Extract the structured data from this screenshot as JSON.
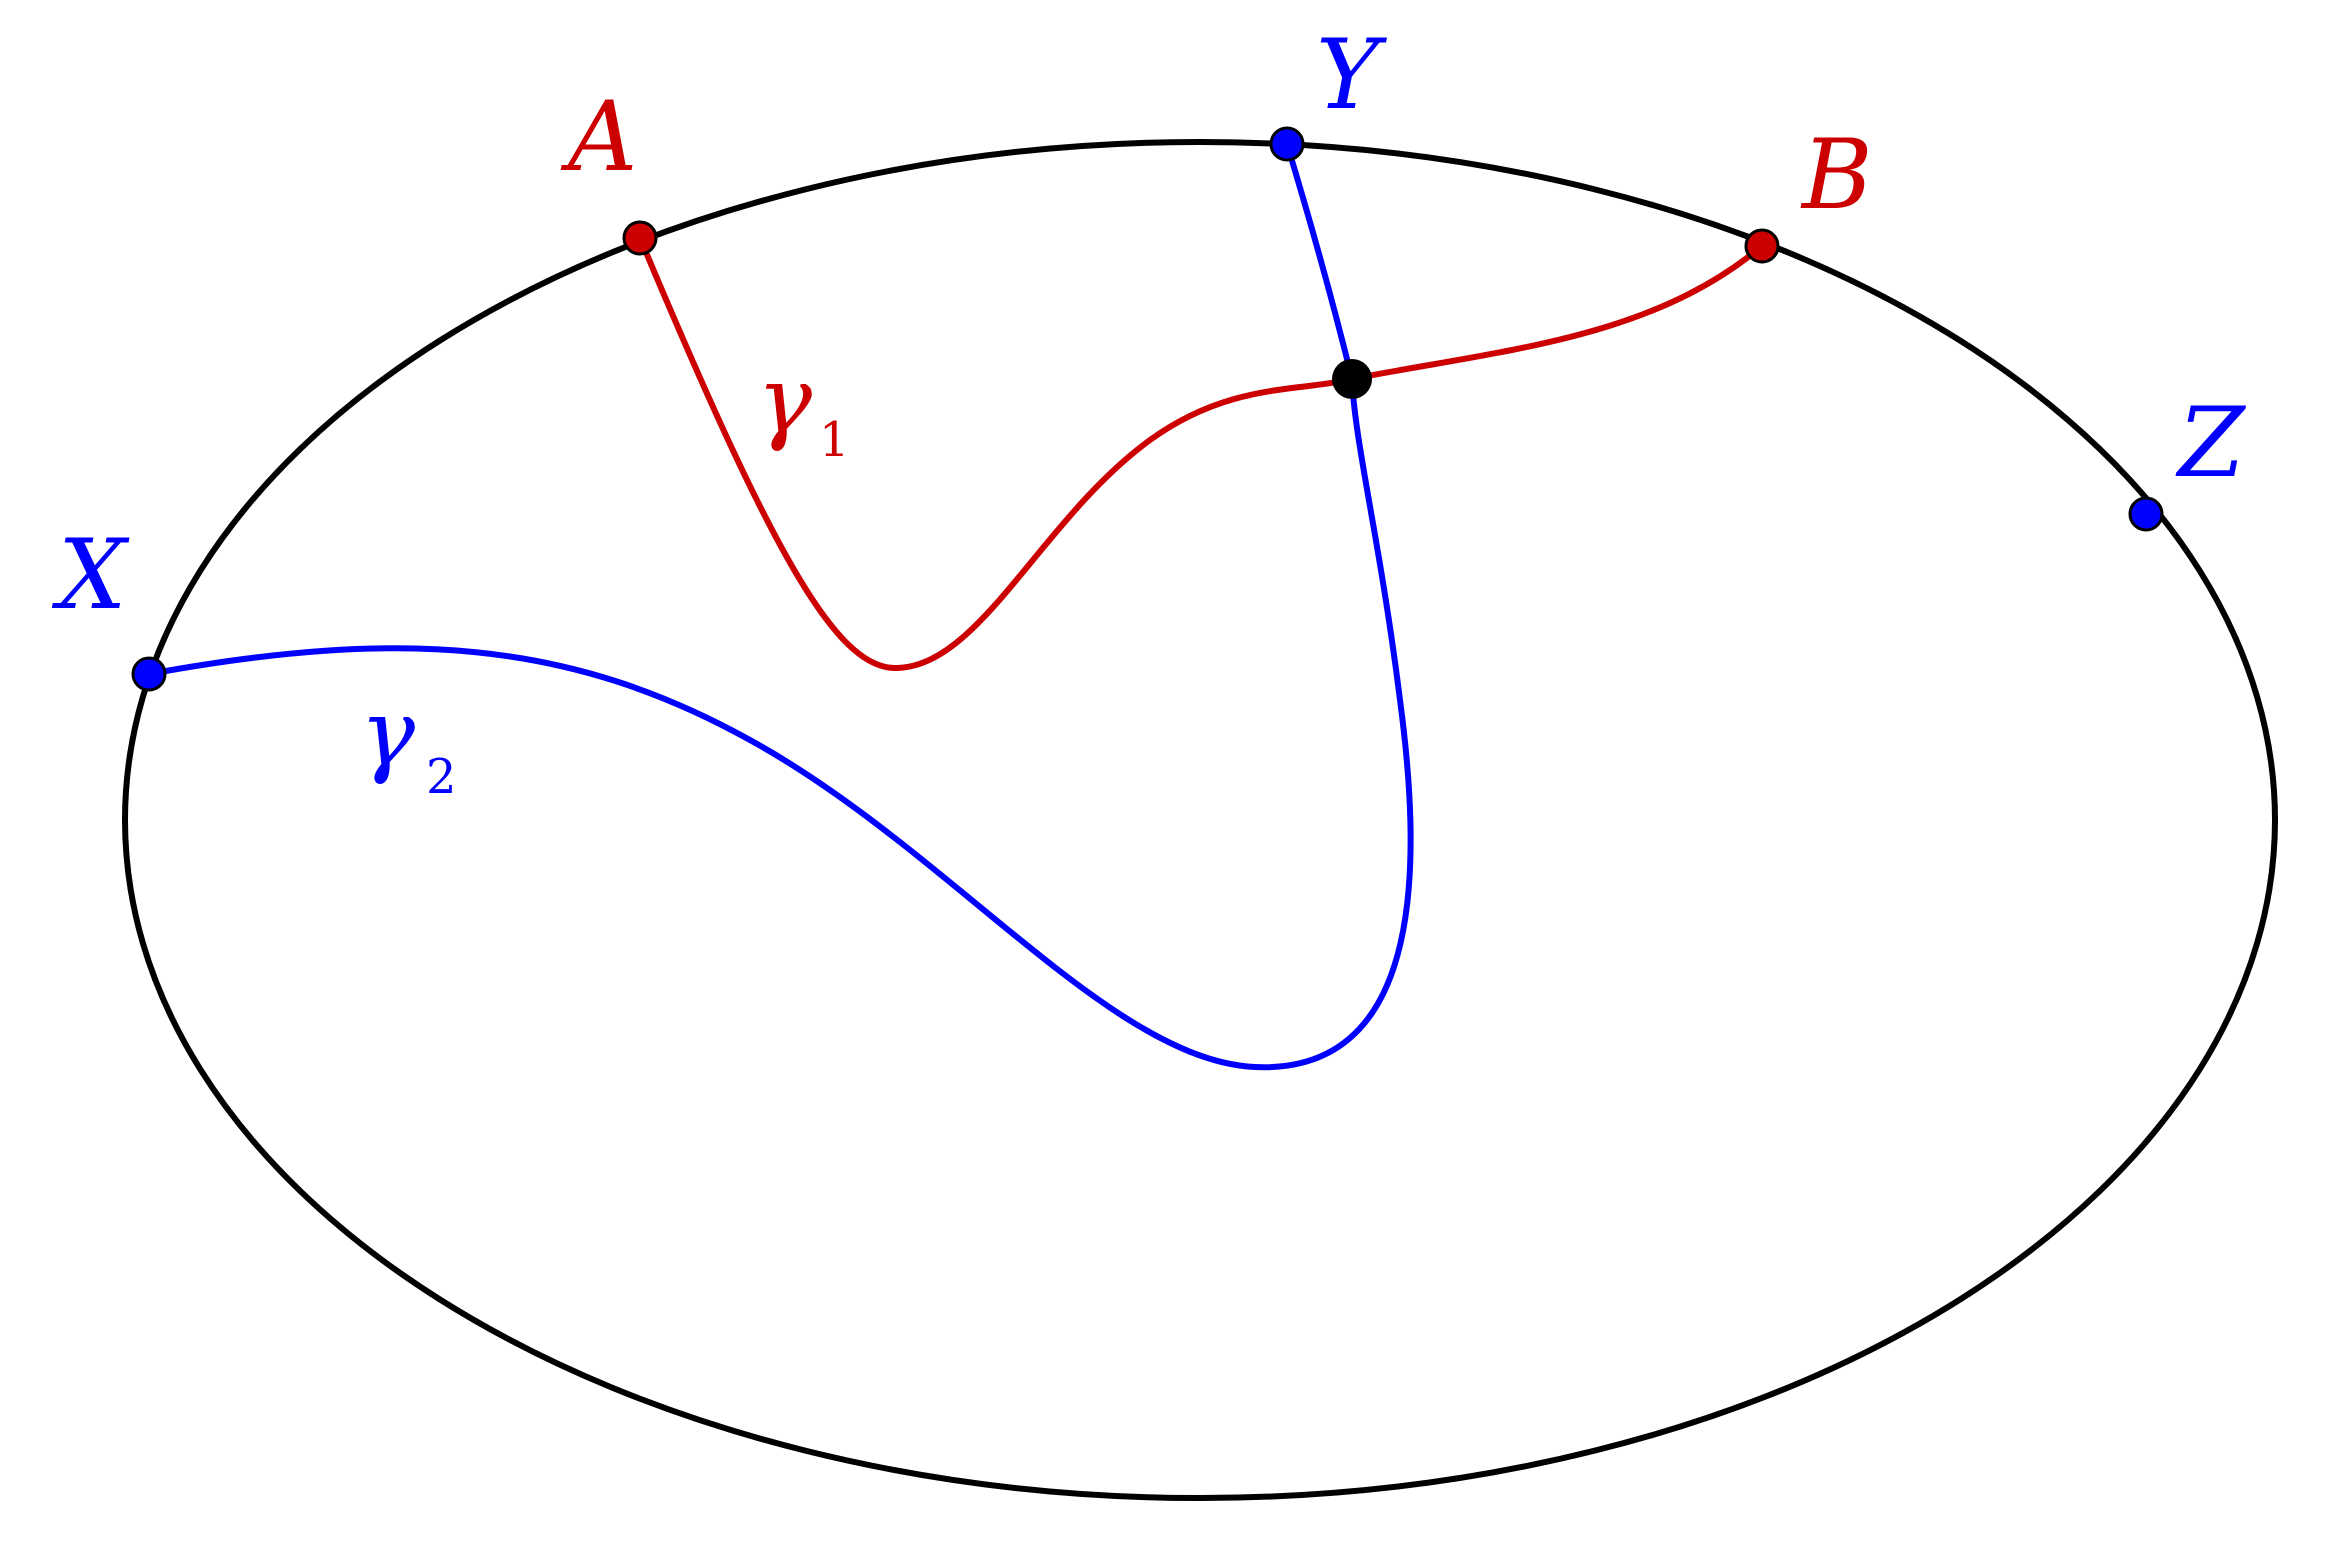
{
  "labels": {
    "A": "A",
    "B": "B",
    "X": "X",
    "Y": "Y",
    "Z": "Z",
    "gamma1_symbol": "γ",
    "gamma1_subscript": "1",
    "gamma2_symbol": "γ",
    "gamma2_subscript": "2"
  },
  "colors": {
    "boundary": "#000000",
    "gamma1": "#cc0000",
    "gamma2": "#0000ff",
    "intersection": "#000000"
  }
}
